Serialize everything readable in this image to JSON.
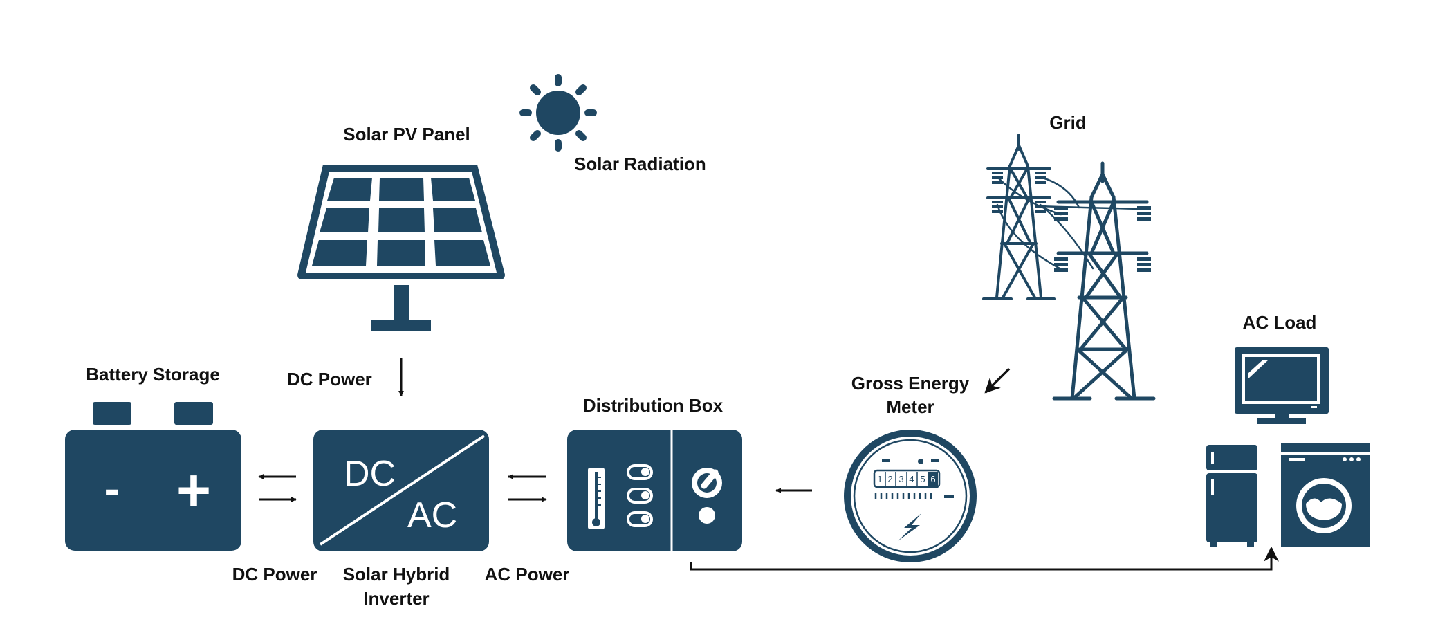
{
  "diagram": {
    "colors": {
      "primary": "#1f4762",
      "ink": "#111111",
      "background": "#ffffff"
    },
    "nodes": [
      {
        "id": "solar-radiation",
        "label": "Solar Radiation",
        "icon": "sun-icon"
      },
      {
        "id": "solar-pv-panel",
        "label": "Solar PV Panel",
        "icon": "solar-panel-icon"
      },
      {
        "id": "battery-storage",
        "label": "Battery Storage",
        "icon": "battery-icon"
      },
      {
        "id": "solar-hybrid-inverter",
        "label_lines": [
          "Solar Hybrid",
          "Inverter"
        ],
        "icon": "inverter-icon",
        "glyphs": [
          "DC",
          "AC"
        ]
      },
      {
        "id": "distribution-box",
        "label": "Distribution Box",
        "icon": "distribution-box-icon"
      },
      {
        "id": "gross-energy-meter",
        "label_lines": [
          "Gross Energy",
          "Meter"
        ],
        "icon": "energy-meter-icon",
        "digits": [
          "1",
          "2",
          "3",
          "4",
          "5",
          "6"
        ]
      },
      {
        "id": "grid",
        "label": "Grid",
        "icon": "transmission-tower-icon"
      },
      {
        "id": "ac-load",
        "label": "AC Load",
        "icon": "appliances-icon"
      }
    ],
    "edge_labels": {
      "panel_to_inverter": "DC Power",
      "battery_inverter": "DC Power",
      "inverter_distribution": "AC Power"
    },
    "battery_terminals": [
      "-",
      "+"
    ]
  }
}
